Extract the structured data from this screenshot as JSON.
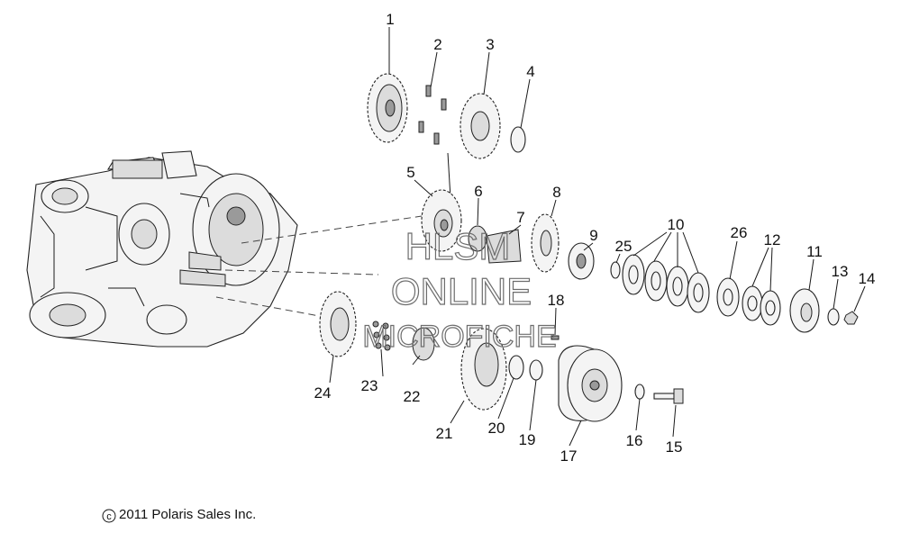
{
  "diagram": {
    "callouts": [
      "1",
      "2",
      "3",
      "4",
      "5",
      "6",
      "7",
      "8",
      "9",
      "10",
      "11",
      "12",
      "13",
      "14",
      "15",
      "16",
      "17",
      "18",
      "19",
      "20",
      "21",
      "22",
      "23",
      "24",
      "25",
      "26"
    ],
    "watermark": [
      "HLSM",
      "ONLINE",
      "MICROFICHE"
    ],
    "copyright": "2011 Polaris Sales Inc.",
    "copyright_symbol": "c"
  }
}
